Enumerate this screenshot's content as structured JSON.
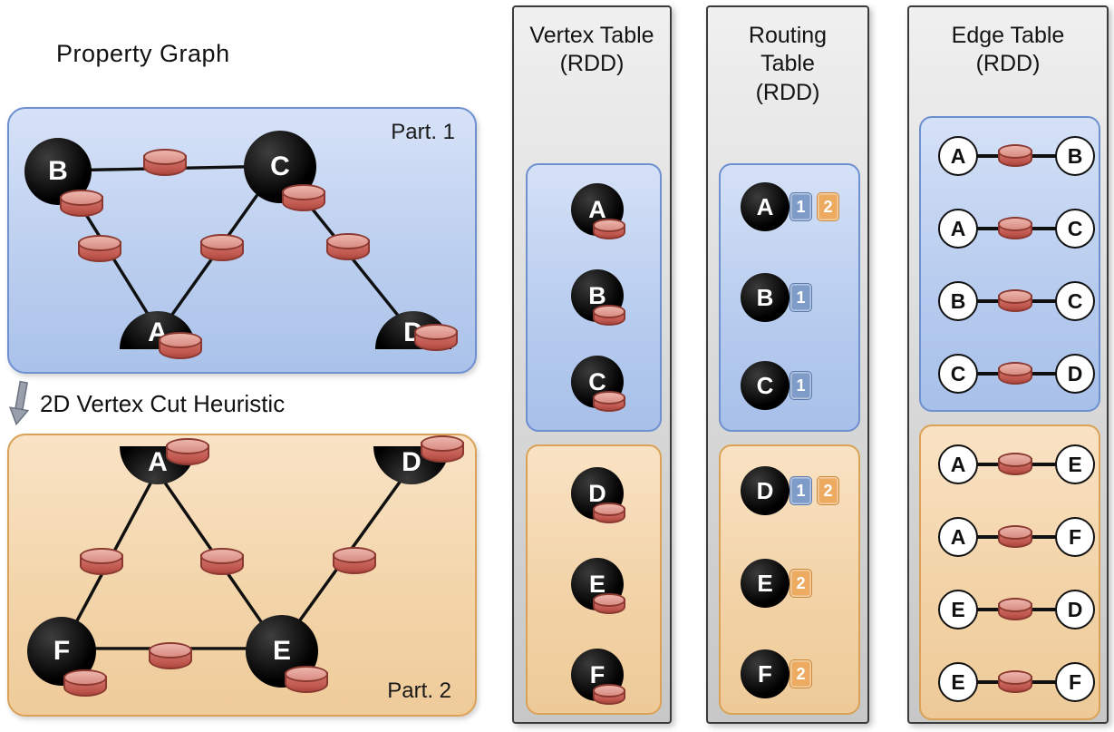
{
  "property_graph": {
    "title": "Property Graph",
    "cut_label": "2D Vertex Cut Heuristic",
    "part1": {
      "label": "Part. 1",
      "vertices": {
        "b": "B",
        "c": "C",
        "a": "A",
        "d": "D"
      }
    },
    "part2": {
      "label": "Part. 2",
      "vertices": {
        "a": "A",
        "d": "D",
        "f": "F",
        "e": "E"
      }
    }
  },
  "vertex_table": {
    "title_lines": [
      "Vertex Table",
      "(RDD)"
    ],
    "part1": [
      "A",
      "B",
      "C"
    ],
    "part2": [
      "D",
      "E",
      "F"
    ]
  },
  "routing_table": {
    "title_lines": [
      "Routing",
      "Table",
      "(RDD)"
    ],
    "part1": [
      {
        "vertex": "A",
        "partitions": [
          "1",
          "2"
        ]
      },
      {
        "vertex": "B",
        "partitions": [
          "1"
        ]
      },
      {
        "vertex": "C",
        "partitions": [
          "1"
        ]
      }
    ],
    "part2": [
      {
        "vertex": "D",
        "partitions": [
          "1",
          "2"
        ]
      },
      {
        "vertex": "E",
        "partitions": [
          "2"
        ]
      },
      {
        "vertex": "F",
        "partitions": [
          "2"
        ]
      }
    ]
  },
  "edge_table": {
    "title_lines": [
      "Edge Table",
      "(RDD)"
    ],
    "part1": [
      {
        "from": "A",
        "to": "B"
      },
      {
        "from": "A",
        "to": "C"
      },
      {
        "from": "B",
        "to": "C"
      },
      {
        "from": "C",
        "to": "D"
      }
    ],
    "part2": [
      {
        "from": "A",
        "to": "E"
      },
      {
        "from": "A",
        "to": "F"
      },
      {
        "from": "E",
        "to": "D"
      },
      {
        "from": "E",
        "to": "F"
      }
    ]
  },
  "icons": {
    "cut_arrow": "pencil-arrow-down-icon",
    "property": "database-cylinder-icon"
  },
  "colors": {
    "partition1_fill": "#b9cdef",
    "partition1_border": "#6e90cf",
    "partition2_fill": "#f3d5aa",
    "partition2_border": "#d9a257",
    "vertex_fill": "#000000",
    "property_cylinder": "#c25a51",
    "routing_badge_part1": "#7f9cc9",
    "routing_badge_part2": "#ecab60",
    "column_fill": "#dcdcdc"
  }
}
